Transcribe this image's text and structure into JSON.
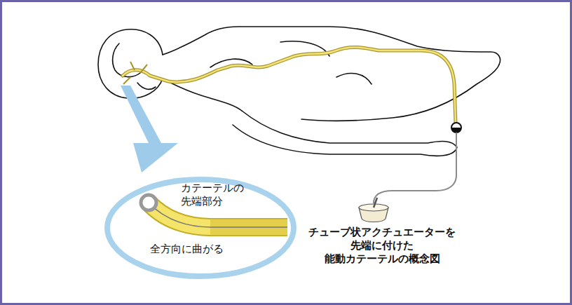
{
  "diagram": {
    "caption": "チューブ状アクチュエーターを 先端に付けた 能動カテーテルの概念図",
    "nodes": [
      {
        "text": [
          "カテーテルの 先端部分",
          "全方向に曲がる"
        ]
      }
    ]
  }
}
